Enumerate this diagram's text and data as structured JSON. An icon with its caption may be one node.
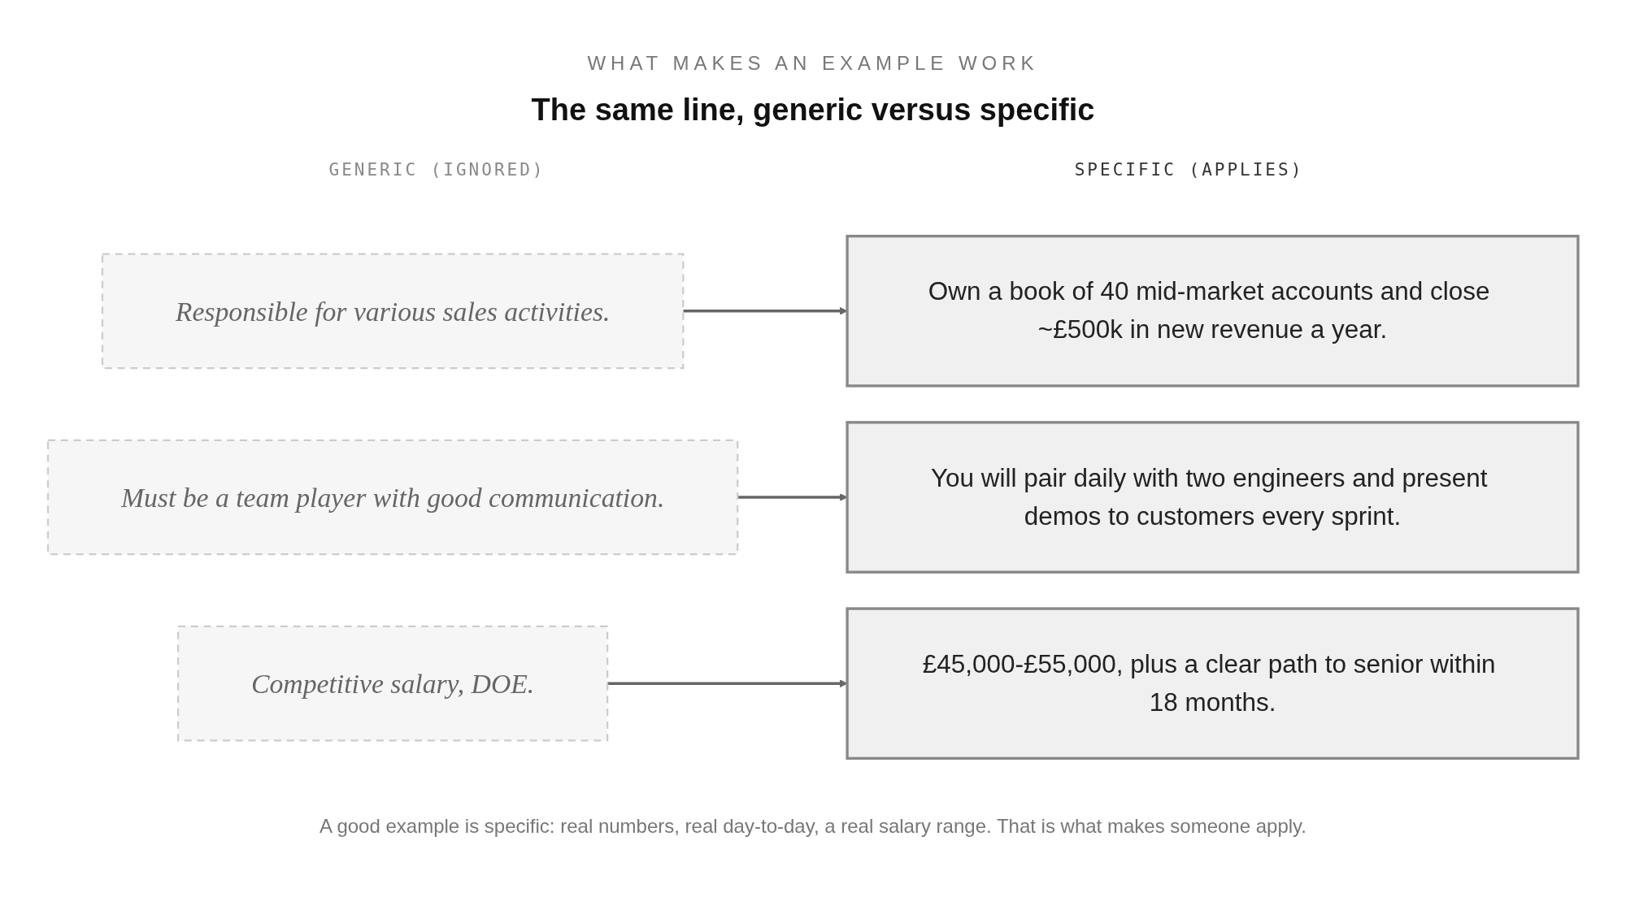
{
  "diagram": {
    "title": "The same line, generic versus specific",
    "caption": "A good example is specific: real numbers, real day-to-day, a real salary range. That is what makes someone apply.",
    "nodes": [
      {
        "text": [
          "Responsible for various sales activities."
        ]
      },
      {
        "text": [
          "Own a book of 40 mid-market accounts and close ~£500k in new revenue a year."
        ]
      },
      {
        "text": [
          "Must be a team player with good communication."
        ]
      },
      {
        "text": [
          "You will pair daily with two engineers and present demos to customers every sprint."
        ]
      },
      {
        "text": [
          "Competitive salary, DOE."
        ]
      },
      {
        "text": [
          "£45,000-£55,000, plus a clear path to senior within 18 months."
        ]
      }
    ],
    "edges": [
      {
        "from": 0,
        "to": 1,
        "arrow": "to"
      },
      {
        "from": 2,
        "to": 3,
        "arrow": "to"
      },
      {
        "from": 4,
        "to": 5,
        "arrow": "to"
      }
    ],
    "labels": [
      "WHAT MAKES AN EXAMPLE WORK",
      "GENERIC (IGNORED)",
      "SPECIFIC (APPLIES)"
    ]
  }
}
